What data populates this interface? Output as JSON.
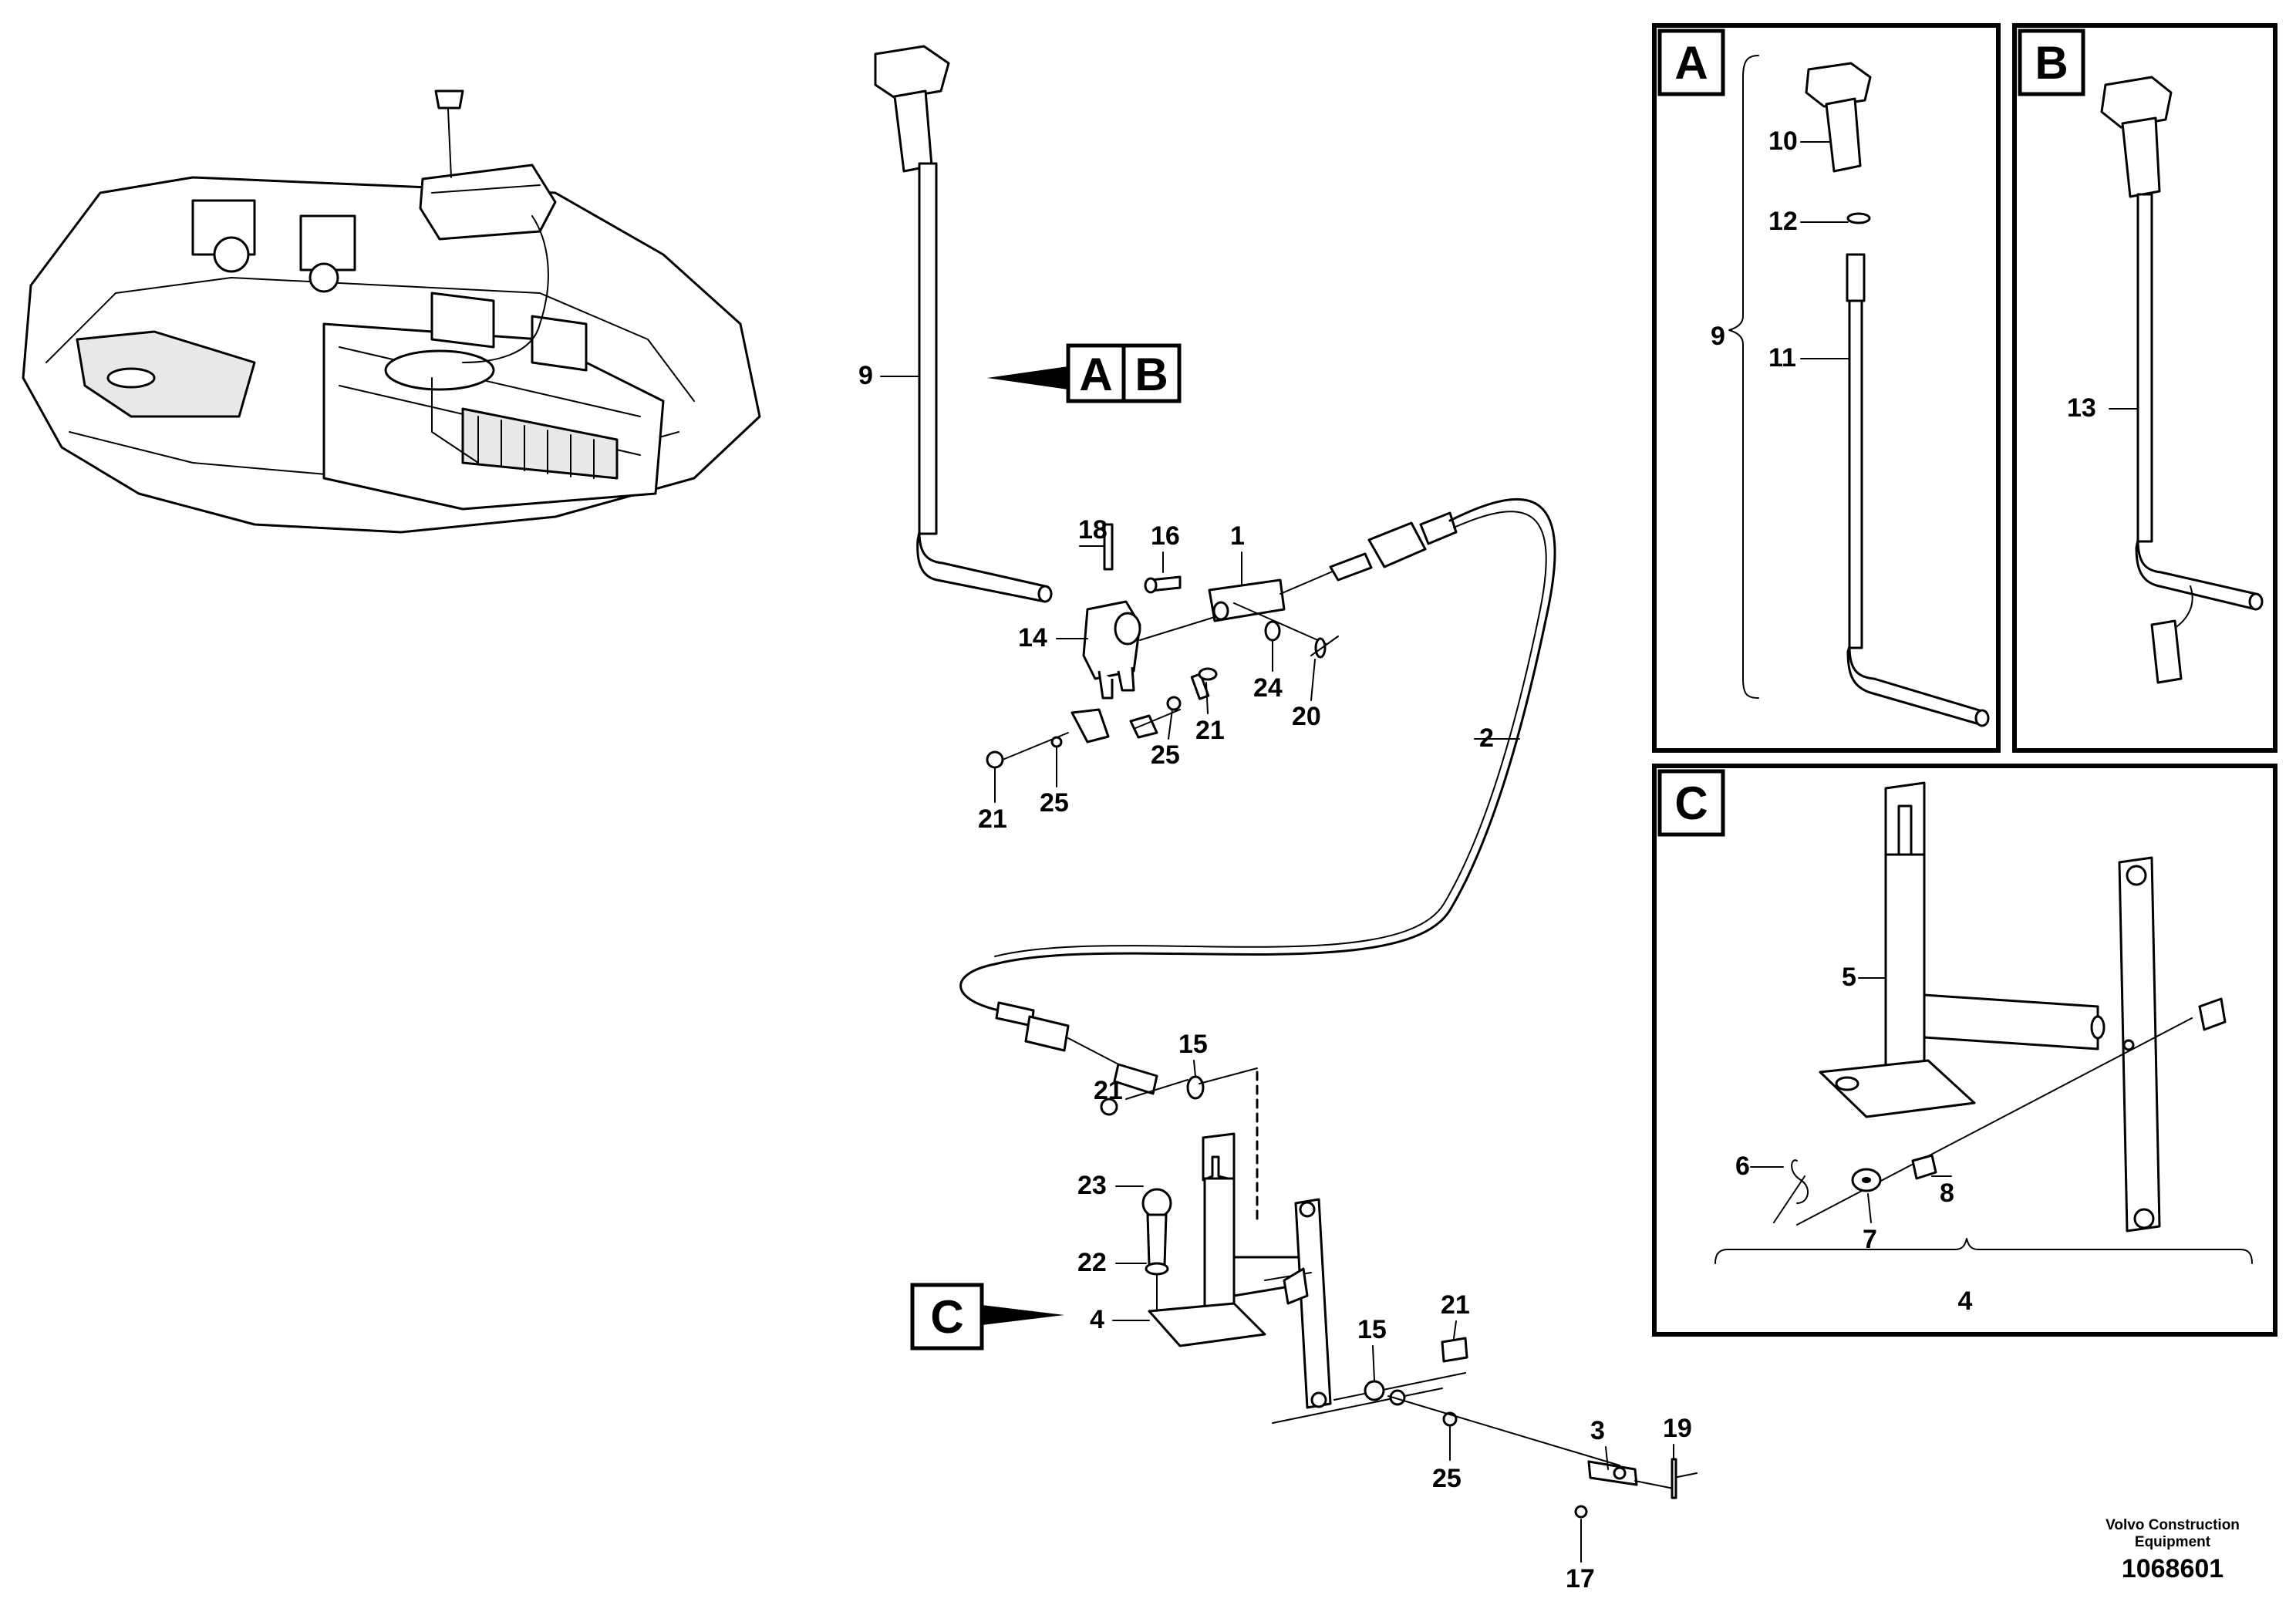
{
  "callouts": {
    "c1": "1",
    "c2": "2",
    "c3": "3",
    "c4": "4",
    "c9": "9",
    "c14": "14",
    "c15a": "15",
    "c15b": "15",
    "c16": "16",
    "c17": "17",
    "c18": "18",
    "c19": "19",
    "c20": "20",
    "c21a": "21",
    "c21b": "21",
    "c21c": "21",
    "c21d": "21",
    "c22": "22",
    "c23": "23",
    "c24": "24",
    "c25a": "25",
    "c25b": "25",
    "c25c": "25"
  },
  "view_tags": {
    "a": "A",
    "b": "B",
    "c": "C"
  },
  "panel_a": {
    "letter": "A",
    "c9": "9",
    "c10": "10",
    "c11": "11",
    "c12": "12"
  },
  "panel_b": {
    "letter": "B",
    "c13": "13"
  },
  "panel_c": {
    "letter": "C",
    "c4": "4",
    "c5": "5",
    "c6": "6",
    "c7": "7",
    "c8": "8"
  },
  "footer": {
    "brand_line1": "Volvo Construction",
    "brand_line2": "Equipment",
    "drawing_number": "1068601"
  }
}
